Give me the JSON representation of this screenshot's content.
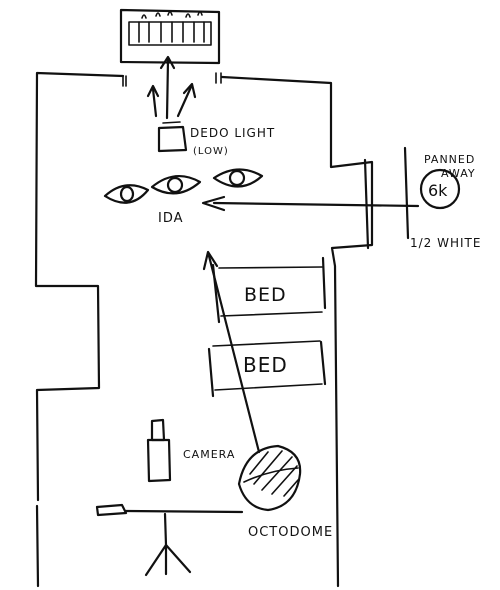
{
  "labels": {
    "dedo_light": "DEDO LIGHT",
    "dedo_light_note": "(LOW)",
    "ida": "IDA",
    "panned": "PANNED",
    "away": "AWAY",
    "six_k": "6k",
    "half_white": "1/2 WHITE",
    "bed_top": "BED",
    "bed_bottom": "BED",
    "camera": "CAMERA",
    "octodome": "OCTODOME"
  }
}
